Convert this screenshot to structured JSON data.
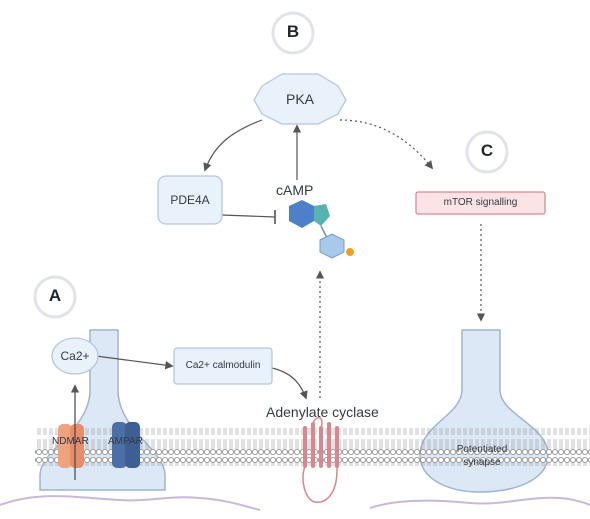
{
  "panels": {
    "a": "A",
    "b": "B",
    "c": "C"
  },
  "nodes": {
    "pka": "PKA",
    "pde4a": "PDE4A",
    "camp": "cAMP",
    "mtor": "mTOR signalling",
    "ca2": "Ca2+",
    "ca2_calmodulin": "Ca2+ calmodulin",
    "adenylate_cyclase": "Adenylate cyclase",
    "nmdar": "NDMAR",
    "ampar": "AMPAR",
    "potentiated_synapse_line1": "Potentiated",
    "potentiated_synapse_line2": "synapse"
  },
  "colors": {
    "node_fill": "#e9f1fa",
    "node_stroke": "#b5c8dd",
    "synapse_fill": "#dce8f5",
    "synapse_stroke": "#9db5cf",
    "mtor_fill": "#fbe3e6",
    "mtor_stroke": "#d98a95",
    "membrane": "#9a9a9a",
    "nmdar": "#f0a27e",
    "ampar": "#4b6fa6",
    "cyclase": "#d9878f",
    "camp_dark": "#4d80c9",
    "camp_teal": "#56b4b0",
    "camp_light": "#a9c9ea",
    "phosphate": "#f0a020",
    "ground": "#c9b8dc"
  }
}
